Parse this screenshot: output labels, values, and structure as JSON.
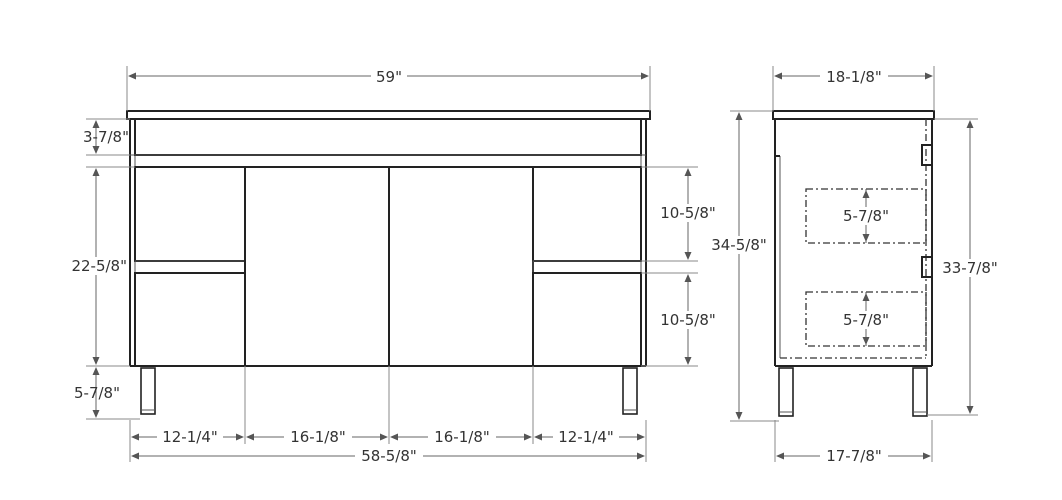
{
  "front_view": {
    "width_top": "59\"",
    "top_rail": "3-7/8\"",
    "door_height": "22-5/8\"",
    "leg_height": "5-7/8\"",
    "drawer_upper": "10-5/8\"",
    "drawer_lower": "10-5/8\"",
    "drawer_width_left": "12-1/4\"",
    "door_width_left": "16-1/8\"",
    "door_width_right": "16-1/8\"",
    "drawer_width_right": "12-1/4\"",
    "width_bottom": "58-5/8\""
  },
  "side_view": {
    "depth_top": "18-1/8\"",
    "total_height": "34-5/8\"",
    "body_height": "33-7/8\"",
    "drawer_depth_upper": "5-7/8\"",
    "drawer_depth_lower": "5-7/8\"",
    "depth_bottom": "17-7/8\""
  }
}
